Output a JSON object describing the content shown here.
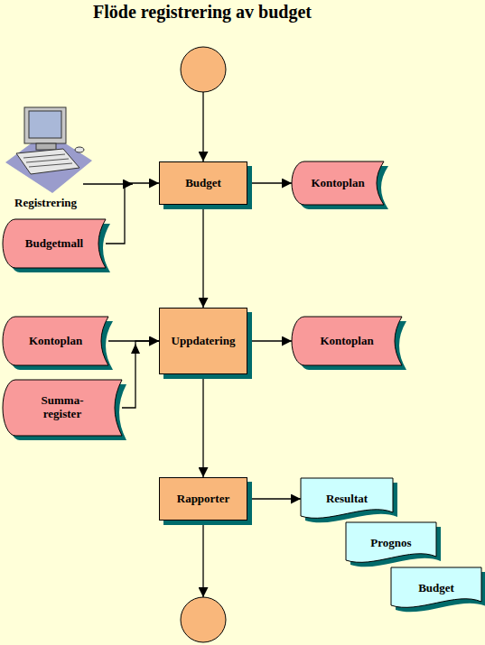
{
  "diagram": {
    "title": "Flöde registrering av budget",
    "nodes": [
      {
        "text": [
          "Budget"
        ]
      },
      {
        "text": [
          "Kontoplan"
        ]
      },
      {
        "text": [
          "Budgetmall"
        ]
      },
      {
        "text": [
          "Kontoplan"
        ]
      },
      {
        "text": [
          "Uppdatering"
        ]
      },
      {
        "text": [
          "Kontoplan"
        ]
      },
      {
        "text": [
          "Summa- register"
        ]
      },
      {
        "text": [
          "Rapporter"
        ]
      },
      {
        "text": [
          "Resultat"
        ]
      },
      {
        "text": [
          "Prognos"
        ]
      },
      {
        "text": [
          "Budget"
        ]
      }
    ],
    "edges": [
      {
        "from": 2,
        "to": 0,
        "arrow": "to"
      },
      {
        "from": 0,
        "to": 1,
        "arrow": "to"
      },
      {
        "from": 0,
        "to": 4,
        "arrow": "to"
      },
      {
        "from": 3,
        "to": 4,
        "arrow": "to"
      },
      {
        "from": 6,
        "to": 4,
        "arrow": "to"
      },
      {
        "from": 4,
        "to": 5,
        "arrow": "to"
      },
      {
        "from": 4,
        "to": 7,
        "arrow": "to"
      },
      {
        "from": 7,
        "to": 8,
        "arrow": "to"
      }
    ],
    "labels": [
      "Registrering"
    ]
  }
}
